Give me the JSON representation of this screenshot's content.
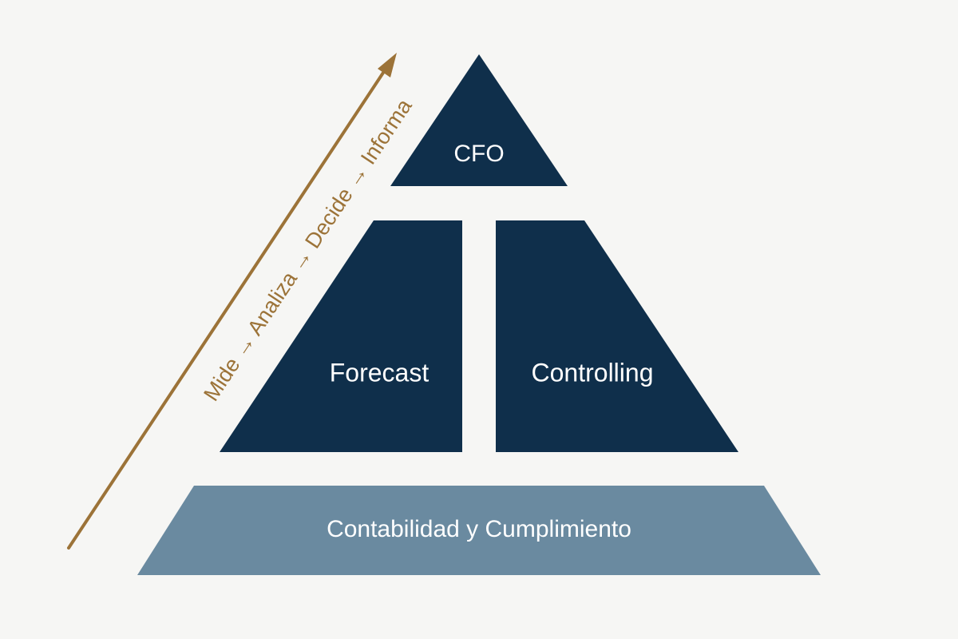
{
  "pyramid": {
    "top": {
      "label": "CFO"
    },
    "middle_left": {
      "label": "Forecast"
    },
    "middle_right": {
      "label": "Controlling"
    },
    "base": {
      "label": "Contabilidad y Cumplimiento"
    }
  },
  "flow_arrow": {
    "label": "Mide → Analiza → Decide → Informa"
  },
  "colors": {
    "background": "#f6f6f4",
    "upper_tiers": "#0f2f4b",
    "base_tier": "#6a8aa0",
    "arrow": "#9c7338",
    "tier_text": "#ffffff"
  }
}
